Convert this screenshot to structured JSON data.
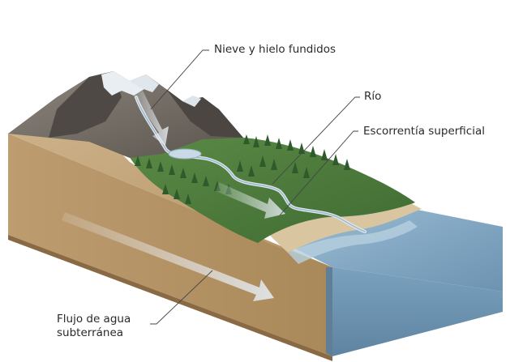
{
  "labels": {
    "snowmelt": "Nieve y hielo fundidos",
    "river": "Río",
    "surface_runoff": "Escorrentía superficial",
    "groundwater_line1": "Flujo de agua",
    "groundwater_line2": "subterránea"
  },
  "colors": {
    "sky": "#ffffff",
    "soil_side": "#b9976a",
    "soil_dark": "#8a6a45",
    "terrain_top": "#c9ad83",
    "grass": "#4f7f3c",
    "forest": "#2f5a2c",
    "mountain_rock": "#7b756d",
    "mountain_shadow": "#514b47",
    "snow": "#e9eef2",
    "sea_top": "#7fa6c2",
    "sea_side": "#6f97b7",
    "arrow": "#e6ecf1"
  }
}
